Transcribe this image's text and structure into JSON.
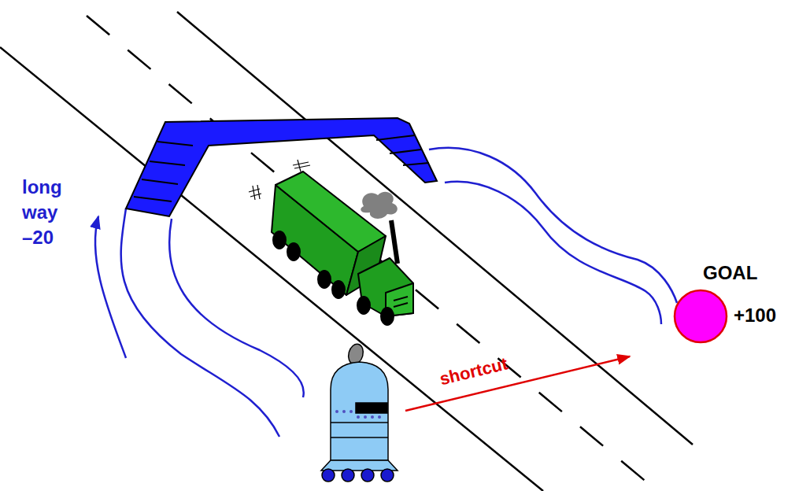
{
  "diagram": {
    "nodes": [
      {
        "text": [
          "GOAL",
          "+100"
        ]
      }
    ],
    "labels": [
      "long way –20",
      "shortcut"
    ]
  }
}
